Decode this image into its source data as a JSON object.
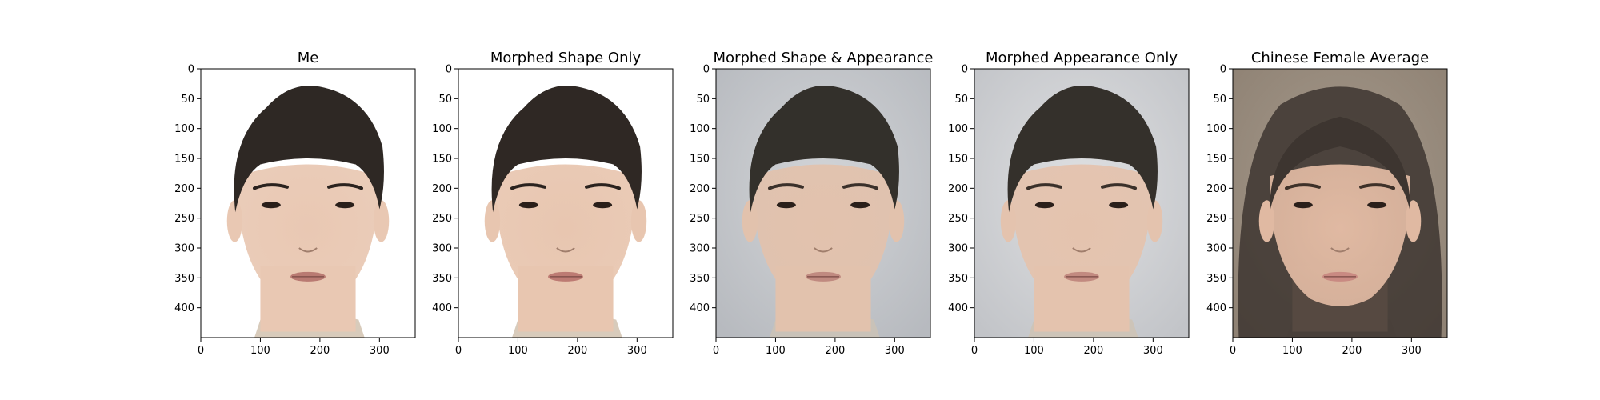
{
  "figure": {
    "panels": [
      {
        "title": "Me",
        "skin": "#e9c8b3",
        "hair": "#2e2824",
        "bg": "#ffffff",
        "bg_edge": "#ffffff",
        "lips": "#b97a72",
        "brow": "#2a221e",
        "cloth": "#d8cbbb"
      },
      {
        "title": "Morphed Shape Only",
        "skin": "#e8c6b0",
        "hair": "#2f2824",
        "bg": "#ffffff",
        "bg_edge": "#ffffff",
        "lips": "#bd7b73",
        "brow": "#2a221e",
        "cloth": "#d8cbbb"
      },
      {
        "title": "Morphed Shape & Appearance",
        "skin": "#e2c2ad",
        "hair": "#33302b",
        "bg": "#d3d5d8",
        "bg_edge": "#b7babf",
        "lips": "#c08a80",
        "brow": "#3a302a",
        "cloth": "#c9c2b8"
      },
      {
        "title": "Morphed Appearance Only",
        "skin": "#e4c3ae",
        "hair": "#34302b",
        "bg": "#dfe0e2",
        "bg_edge": "#c2c4c8",
        "lips": "#c28a80",
        "brow": "#3a302a",
        "cloth": "#cdc4b8"
      },
      {
        "title": "Chinese Female Average",
        "skin": "#e0b9a2",
        "hair": "#3d3530",
        "bg": "#a69a8c",
        "bg_edge": "#8f8274",
        "lips": "#c98a82",
        "brow": "#3e3129",
        "cloth": "#8c8176"
      }
    ],
    "x_ticks": [
      "0",
      "100",
      "200",
      "300"
    ],
    "y_ticks": [
      "0",
      "50",
      "100",
      "150",
      "200",
      "250",
      "300",
      "350",
      "400"
    ]
  }
}
